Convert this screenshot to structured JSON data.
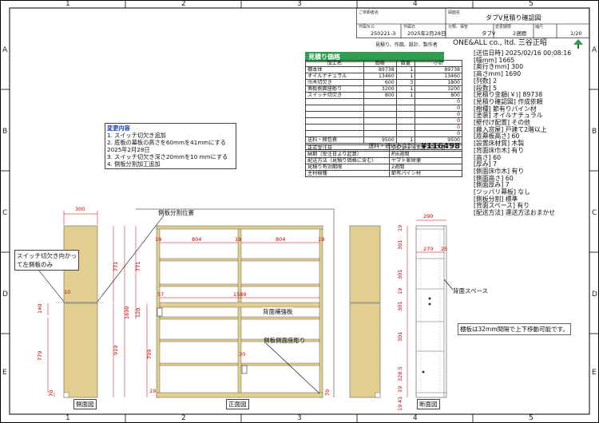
{
  "grid": {
    "columns": [
      "1",
      "2",
      "3",
      "4",
      "5"
    ],
    "rows": [
      "A",
      "B",
      "C",
      "D",
      "E"
    ]
  },
  "title_block": {
    "customer_label": "ご依頼者名",
    "drawing_label": "図面名",
    "drawing_name": "タブV見積り確認図",
    "order_no_label": "作図ＮＯ",
    "order_no": "250221-3",
    "date_label": "作図日",
    "date": "2025年2月28日",
    "category_label": "分類、保管",
    "category": "タブV",
    "change_label": "変更期限",
    "change": "2週間",
    "scale_label": "縮尺",
    "scale": "1/20",
    "company_desc": "見積り、作図、設計、製作者",
    "company": "ONE&ALL co., ltd.  三谷正昭"
  },
  "estimate": {
    "header": "見積り価格",
    "columns": [
      "加工名",
      "価格",
      "数量",
      "小計"
    ],
    "rows": [
      [
        "棚本体",
        "89738",
        "1",
        "89738"
      ],
      [
        "オイルナチュラル",
        "13460",
        "1",
        "13460"
      ],
      [
        "巾木切欠き",
        "600",
        "3",
        "1800"
      ],
      [
        "側板側面座彫り",
        "3200",
        "1",
        "3200"
      ],
      [
        "スイッチ切欠き",
        "800",
        "1",
        "800"
      ],
      [
        "",
        "",
        "",
        "0"
      ],
      [
        "",
        "",
        "",
        "0"
      ],
      [
        "",
        "",
        "",
        "0"
      ],
      [
        "",
        "",
        "",
        "0"
      ],
      [
        "",
        "",
        "",
        "0"
      ],
      [
        "",
        "",
        "",
        "0"
      ]
    ],
    "shipping_label": "送料・梱包費",
    "shipping_price": "9500",
    "shipping_qty": "1",
    "shipping_sub": "9500",
    "total_label": "送料・税込み合計",
    "total": "¥116498"
  },
  "order_info": [
    [
      "正式受注日",
      "クレジット手続き完了日"
    ],
    [
      "納期（受注日より起算）",
      "約6週間"
    ],
    [
      "配送方法（見積り価格に含む）",
      "ヤマト家財便"
    ],
    [
      "見積り有効期限",
      "2週間"
    ],
    [
      "主材樹種",
      "節有パイン材"
    ]
  ],
  "changes": {
    "title": "変更内容",
    "items": [
      "1.  スイッチ切欠き追加",
      "2.  底板の幕板の高さを60mmを41mmにする",
      "     2025年2月28日",
      "3.  スイッチ切欠き深さ20mmを10  mmにする",
      "4.  側板分割加工追加"
    ]
  },
  "spec": [
    "[送信日時] 2025/02/16 00:08:16",
    "[幅mm] 1665",
    "[奥行きmm] 300",
    "[高さmm] 1690",
    "[列数] 2",
    "[段数] 5",
    "[見積り金額(￥)] 89738",
    "[見積り確認図] 作成依頼",
    "[樹種] 節有りパイン材",
    "[塗装] オイルナチュラル",
    "[壁付け配置] その他",
    "[搬入窓屋] 戸建て2階以上",
    "[底幕板高さ] 60",
    "[設置床材質] 木製",
    "[背面床巾木] 有り",
    "[高さ] 60",
    "[厚み] 7",
    "[側面床巾木] 有り",
    "[側面高さ] 60",
    "[側面厚み] 7",
    "[ツッパリ幕板] なし",
    "[側板分割] 標準",
    "[背面スペース] 有り",
    "[配送方法] 運送方法おまかせ"
  ],
  "drawing": {
    "side_label": "側面図",
    "front_label": "正面図",
    "section_label": "断面図",
    "callout_split": "側板分割位置",
    "callout_switch_1": "スイッチ切欠き向かっ",
    "callout_switch_2": "て左側板のみ",
    "callout_back_rail": "背面補強板",
    "callout_side_groove": "側板側面座彫り",
    "callout_back_space": "背面スペース",
    "note_shelf": "棚板は32mm間隔で上下移動可能です。",
    "dims": {
      "side_width": "300",
      "side_upper": "771",
      "side_lower": "919",
      "side_total": "1690",
      "side_mid": "140",
      "side_low": "779",
      "side_10": "10",
      "side_70": "70",
      "front_19a": "19",
      "front_804a": "804",
      "front_19b": "19",
      "front_804b": "804",
      "front_19c": "19",
      "front_1589": "1589",
      "front_57": "57",
      "front_771": "771",
      "front_120": "120",
      "front_799": "799",
      "front_30": "30",
      "front_19d": "19",
      "front_70": "70",
      "sec_290": "290",
      "sec_270": "270",
      "sec_25": "25",
      "sec_19a": "19",
      "sec_301a": "301",
      "sec_301b": "301",
      "sec_19b": "19",
      "sec_301c": "301",
      "sec_301d": "301",
      "sec_328": "328.5",
      "sec_19c": "19",
      "sec_41": "41",
      "sec_19d": "19"
    }
  },
  "colors": {
    "wood": "#e2cf8f",
    "accent": "#2f9e50",
    "dim": "#c00000"
  }
}
